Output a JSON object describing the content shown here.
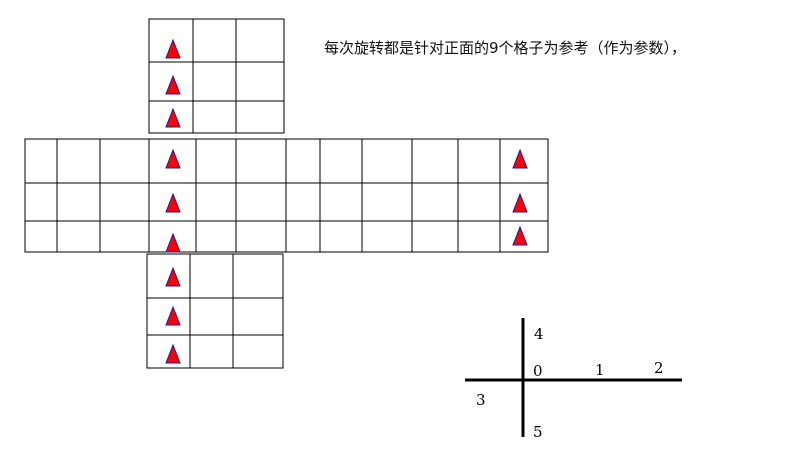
{
  "caption": "每次旋转都是针对正面的9个格子为参考（作为参数），",
  "marker": {
    "fill": "#ff0000",
    "stroke": "#1a1aa0",
    "shape": "triangle"
  },
  "grid_color": "#000000",
  "axis_labels": {
    "up": "4",
    "center": "0",
    "right1": "1",
    "right2": "2",
    "left": "3",
    "down": "5"
  }
}
